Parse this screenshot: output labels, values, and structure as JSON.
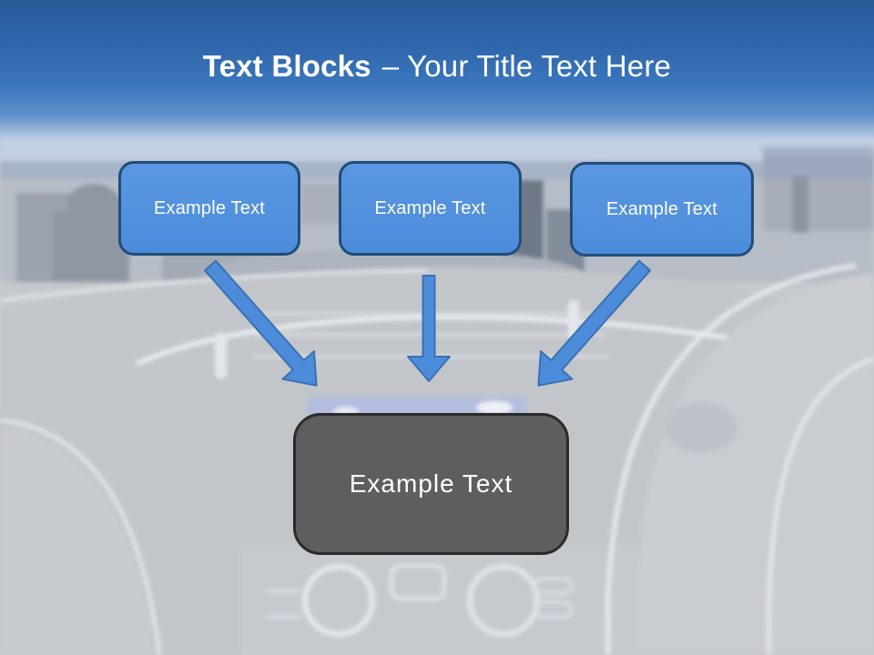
{
  "slide": {
    "title": {
      "bold": "Text Blocks",
      "rest": "– Your Title Text Here"
    },
    "blocks": [
      {
        "label": "Example Text"
      },
      {
        "label": "Example Text"
      },
      {
        "label": "Example Text"
      }
    ],
    "result_block": {
      "label": "Example Text"
    },
    "icons": {
      "arrow_1": "down-right-arrow",
      "arrow_2": "down-arrow",
      "arrow_3": "down-left-arrow"
    },
    "colors": {
      "header_top": "#2a5b9b",
      "header_mid": "#3a75bb",
      "block_fill": "#4c8cda",
      "block_border": "#1f4e79",
      "block_text": "#ffffff",
      "arrow_fill": "#4c8cda",
      "arrow_border": "#3a71b2",
      "result_fill": "#5e5e5e",
      "result_border": "#2b2b2b",
      "title_text": "#ffffff"
    }
  }
}
